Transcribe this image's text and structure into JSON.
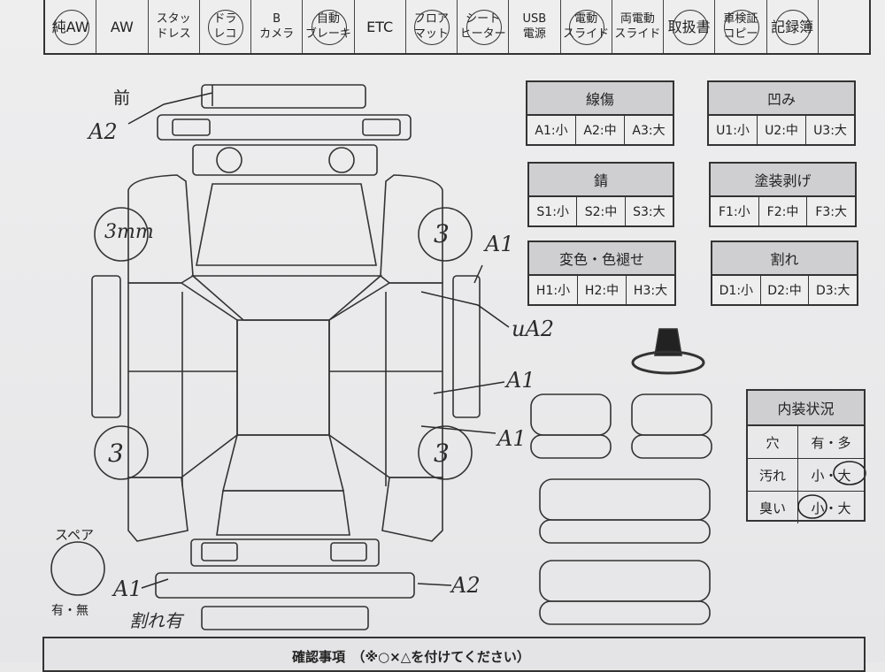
{
  "equipment": [
    {
      "label": "純AW",
      "circled": true
    },
    {
      "label": "AW",
      "circled": false
    },
    {
      "label": "スタッ\nドレス",
      "circled": false
    },
    {
      "label": "ドラ\nレコ",
      "circled": true
    },
    {
      "label": "B\nカメラ",
      "circled": false
    },
    {
      "label": "自動\nブレーキ",
      "circled": true
    },
    {
      "label": "ETC",
      "circled": false
    },
    {
      "label": "フロア\nマット",
      "circled": true
    },
    {
      "label": "シート\nヒーター",
      "circled": true
    },
    {
      "label": "USB\n電源",
      "circled": false
    },
    {
      "label": "電動\nスライド",
      "circled": true
    },
    {
      "label": "両電動\nスライド",
      "circled": false
    },
    {
      "label": "取扱書",
      "circled": true
    },
    {
      "label": "車検証\nコピー",
      "circled": true
    },
    {
      "label": "記録簿",
      "circled": true
    },
    {
      "label": "",
      "circled": false
    }
  ],
  "front_label": "前",
  "damage_codes": [
    {
      "title": "線傷",
      "codes": [
        "A1:小",
        "A2:中",
        "A3:大"
      ]
    },
    {
      "title": "凹み",
      "codes": [
        "U1:小",
        "U2:中",
        "U3:大"
      ]
    },
    {
      "title": "錆",
      "codes": [
        "S1:小",
        "S2:中",
        "S3:大"
      ]
    },
    {
      "title": "塗装剥げ",
      "codes": [
        "F1:小",
        "F2:中",
        "F3:大"
      ]
    },
    {
      "title": "変色・色褪せ",
      "codes": [
        "H1:小",
        "H2:中",
        "H3:大"
      ]
    },
    {
      "title": "割れ",
      "codes": [
        "D1:小",
        "D2:中",
        "D3:大"
      ]
    }
  ],
  "interior": {
    "title": "内装状況",
    "rows": [
      {
        "item": "穴",
        "value": "有・多",
        "circled": ""
      },
      {
        "item": "汚れ",
        "value": "小・大",
        "circled": "大"
      },
      {
        "item": "臭い",
        "value": "小・大",
        "circled": "小"
      }
    ]
  },
  "spare": {
    "label": "スペア",
    "options": "有・無"
  },
  "annotations": {
    "front_bumper": "A2",
    "tire_front_left": "3mm",
    "tire_front_right": "3",
    "tire_rear_left": "3",
    "tire_rear_right": "3",
    "right_side_1": "A1",
    "right_side_2": "uA2",
    "right_side_3": "A1",
    "right_side_4": "A1",
    "rear_bumper_left": "A1",
    "rear_bumper_right": "A2",
    "rear_note": "割れ有"
  },
  "footer": "確認事項　（※○×△を付けてください）"
}
